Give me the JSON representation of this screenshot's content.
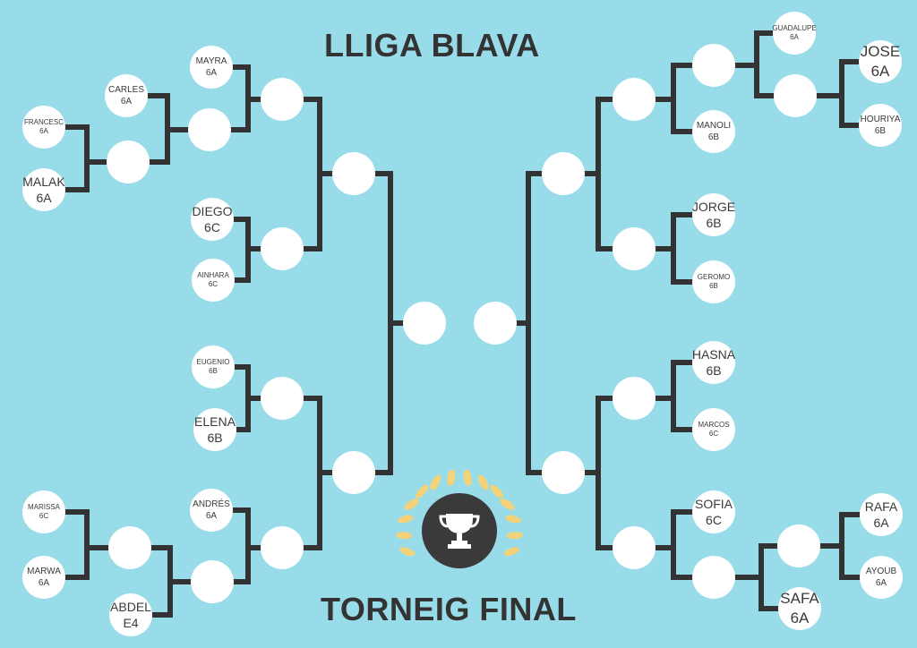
{
  "title": "LLIGA BLAVA",
  "subtitle": "TORNEIG FINAL",
  "trophy_icon": "trophy-icon",
  "colors": {
    "background": "#98dce9",
    "lines": "#333333",
    "laurel": "#f3d27a",
    "trophy_bg": "#3a3a3a"
  },
  "participants": {
    "francesc": {
      "name": "FRANCESC",
      "class": "6A"
    },
    "malak": {
      "name": "MALAK",
      "class": "6A"
    },
    "carles": {
      "name": "CARLES",
      "class": "6A"
    },
    "mayra": {
      "name": "MAYRA",
      "class": "6A"
    },
    "diego": {
      "name": "DIEGO",
      "class": "6C"
    },
    "ainhara": {
      "name": "AINHARA",
      "class": "6C"
    },
    "eugenio": {
      "name": "EUGENIO",
      "class": "6B"
    },
    "elena": {
      "name": "ELENA",
      "class": "6B"
    },
    "marissa": {
      "name": "MARISSA",
      "class": "6C"
    },
    "marwa": {
      "name": "MARWA",
      "class": "6A"
    },
    "andres": {
      "name": "ANDRÉS",
      "class": "6A"
    },
    "abdel": {
      "name": "ABDEL",
      "class": "E4"
    },
    "guadalupe": {
      "name": "GUADALUPE",
      "class": "6A"
    },
    "jose": {
      "name": "JOSE",
      "class": "6A"
    },
    "houriya": {
      "name": "HOURIYA",
      "class": "6B"
    },
    "manoli": {
      "name": "MANOLI",
      "class": "6B"
    },
    "jorge": {
      "name": "JORGE",
      "class": "6B"
    },
    "geromo": {
      "name": "GEROMO",
      "class": "6B"
    },
    "hasna": {
      "name": "HASNA",
      "class": "6B"
    },
    "marcos": {
      "name": "MARCOS",
      "class": "6C"
    },
    "sofia": {
      "name": "SOFIA",
      "class": "6C"
    },
    "safa": {
      "name": "SAFA",
      "class": "6A"
    },
    "rafa": {
      "name": "RAFA",
      "class": "6A"
    },
    "ayoub": {
      "name": "AYOUB",
      "class": "6A"
    }
  }
}
